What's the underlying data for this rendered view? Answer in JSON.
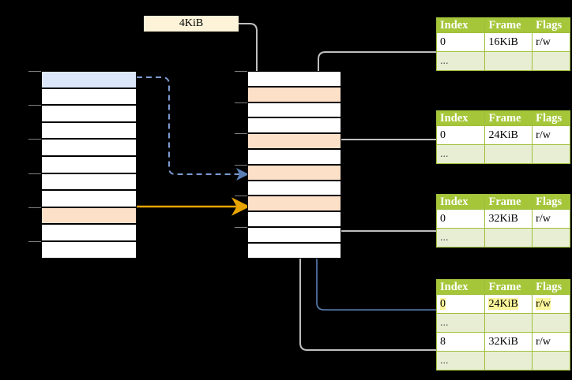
{
  "diagram": {
    "title_label": "4KiB",
    "left_column": {
      "name": "virtual-address-space",
      "rows": [
        {
          "fill": "blue"
        },
        {
          "fill": "white"
        },
        {
          "fill": "white"
        },
        {
          "fill": "white"
        },
        {
          "fill": "white"
        },
        {
          "fill": "white"
        },
        {
          "fill": "white"
        },
        {
          "fill": "white"
        },
        {
          "fill": "peach"
        },
        {
          "fill": "white"
        },
        {
          "fill": "white"
        }
      ]
    },
    "middle_column": {
      "name": "physical-memory",
      "rows": [
        {
          "fill": "white"
        },
        {
          "fill": "peach"
        },
        {
          "fill": "white"
        },
        {
          "fill": "white"
        },
        {
          "fill": "peach"
        },
        {
          "fill": "white"
        },
        {
          "fill": "peach"
        },
        {
          "fill": "white"
        },
        {
          "fill": "peach"
        },
        {
          "fill": "white"
        },
        {
          "fill": "white"
        },
        {
          "fill": "white"
        }
      ]
    },
    "tables": [
      {
        "name": "page-table-1",
        "headers": [
          "Index",
          "Frame",
          "Flags"
        ],
        "rows": [
          {
            "cells": [
              "0",
              "16KiB",
              "r/w"
            ],
            "type": "val",
            "highlight": [
              false,
              false,
              false
            ]
          },
          {
            "cells": [
              "...",
              "",
              ""
            ],
            "type": "dots",
            "highlight": [
              false,
              false,
              false
            ]
          }
        ]
      },
      {
        "name": "page-table-2",
        "headers": [
          "Index",
          "Frame",
          "Flags"
        ],
        "rows": [
          {
            "cells": [
              "0",
              "24KiB",
              "r/w"
            ],
            "type": "val",
            "highlight": [
              false,
              false,
              false
            ]
          },
          {
            "cells": [
              "...",
              "",
              ""
            ],
            "type": "dots",
            "highlight": [
              false,
              false,
              false
            ]
          }
        ]
      },
      {
        "name": "page-table-3",
        "headers": [
          "Index",
          "Frame",
          "Flags"
        ],
        "rows": [
          {
            "cells": [
              "0",
              "32KiB",
              "r/w"
            ],
            "type": "val",
            "highlight": [
              false,
              false,
              false
            ]
          },
          {
            "cells": [
              "...",
              "",
              ""
            ],
            "type": "dots",
            "highlight": [
              false,
              false,
              false
            ]
          }
        ]
      },
      {
        "name": "page-table-4",
        "headers": [
          "Index",
          "Frame",
          "Flags"
        ],
        "rows": [
          {
            "cells": [
              "0",
              "24KiB",
              "r/w"
            ],
            "type": "val",
            "highlight": [
              true,
              true,
              true
            ]
          },
          {
            "cells": [
              "...",
              "",
              ""
            ],
            "type": "dots",
            "highlight": [
              false,
              false,
              false
            ]
          },
          {
            "cells": [
              "8",
              "32KiB",
              "r/w"
            ],
            "type": "val",
            "highlight": [
              false,
              false,
              false
            ]
          },
          {
            "cells": [
              "...",
              "",
              ""
            ],
            "type": "dots",
            "highlight": [
              false,
              false,
              false
            ]
          }
        ]
      }
    ],
    "colors": {
      "background": "#000000",
      "table_header": "#a5c639",
      "table_dots_row": "#e8eed3",
      "highlight_yellow": "#fbf59b",
      "peach": "#fce0c8",
      "blue_fill": "#dce8fa",
      "blue_arrow": "#5b7fb5",
      "orange_arrow": "#e8a400",
      "gray_wire": "#bfbfbf",
      "size_label_bg": "#fdf3d8"
    }
  }
}
